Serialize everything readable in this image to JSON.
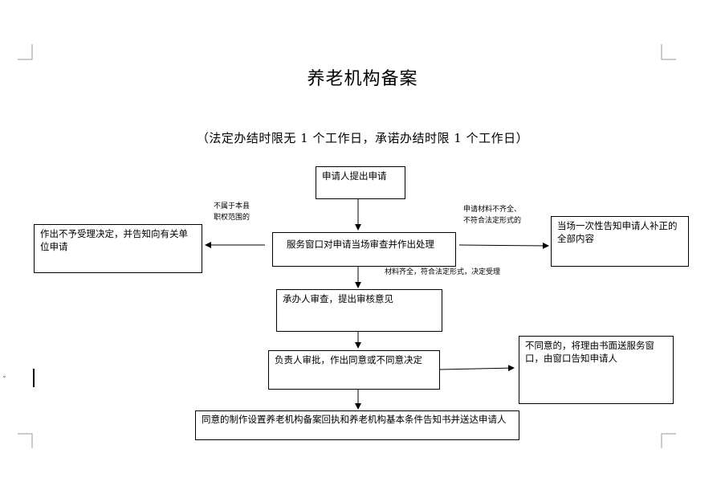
{
  "document": {
    "title": "养老机构备案",
    "subtitle": "（法定办结时限无 1 个工作日，承诺办结时限 1 个工作日）"
  },
  "flowchart": {
    "nodes": {
      "apply": "申请人提出申请",
      "window_review": "服务窗口对申请当场审查并作出处理",
      "reject": "作出不予受理决定，并告知向有关单位申请",
      "notify_supplement": "当场一次性告知申请人补正的全部内容",
      "handler_review": "承办人审查，提出审核意见",
      "leader_approve": "负责人审批，作出同意或不同意决定",
      "disagree": "不同意的，将理由书面送服务窗口，由窗口告知申请人",
      "agree": "同意的制作设置养老机构备案回执和养老机构基本条件告知书并送达申请人"
    },
    "edge_labels": {
      "not_in_scope_line1": "不属于本县",
      "not_in_scope_line2": "职权范围的",
      "incomplete_line1": "申请材料不齐全、",
      "incomplete_line2": "不符合法定形式的",
      "accepted": "材料齐全，符合法定形式，决定受理"
    }
  },
  "editor": {
    "side_marker": "⌄"
  }
}
